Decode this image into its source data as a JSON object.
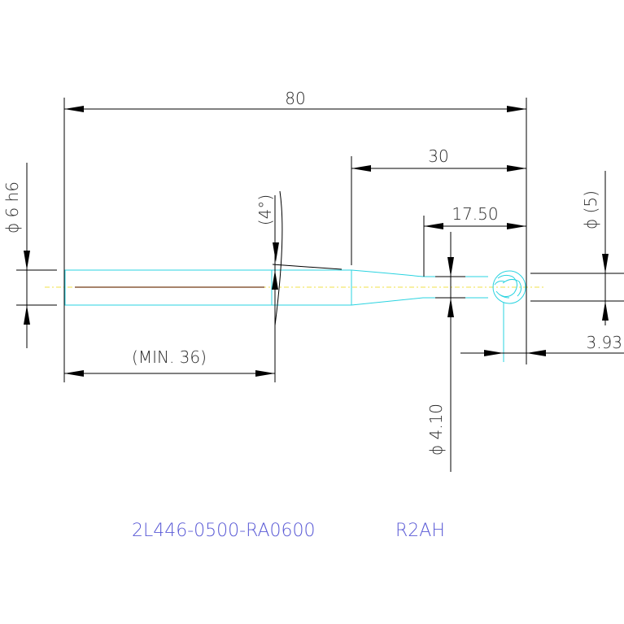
{
  "dimensions": {
    "overall_length": "80",
    "length_30": "30",
    "length_17_50": "17.50",
    "shank_diameter": "ϕ 6 h6",
    "taper_angle": "(4°)",
    "min_length": "(MIN. 36)",
    "head_diameter": "ϕ (5)",
    "neck_diameter": "ϕ 4.10",
    "length_3_93": "3.93"
  },
  "part_number": "2L446-0500-RA0600",
  "spec_code": "R2AH",
  "colors": {
    "tool_outline": "#2ad3e0",
    "centerline": "#f2e24a",
    "dimension_lines": "#000000",
    "part_text": "#5b5bd6"
  }
}
